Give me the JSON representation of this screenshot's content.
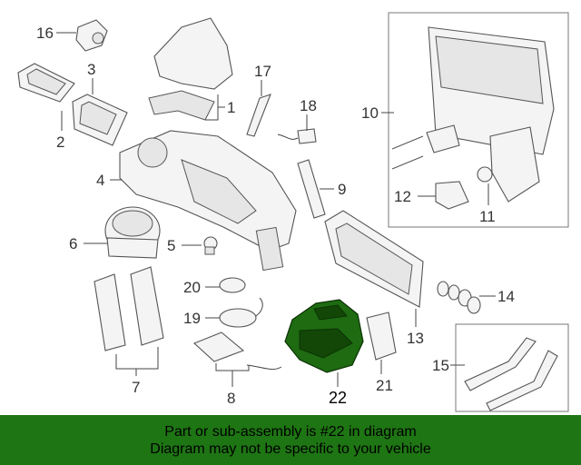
{
  "callouts": {
    "c1": "1",
    "c2": "2",
    "c3": "3",
    "c4": "4",
    "c5": "5",
    "c6": "6",
    "c7": "7",
    "c8": "8",
    "c9": "9",
    "c10": "10",
    "c11": "11",
    "c12": "12",
    "c13": "13",
    "c14": "14",
    "c15": "15",
    "c16": "16",
    "c17": "17",
    "c18": "18",
    "c19": "19",
    "c20": "20",
    "c21": "21",
    "c22": "22"
  },
  "highlight": {
    "part": "22",
    "color": "#1e6b11"
  },
  "banner": {
    "line1": "Part or sub-assembly is #22 in diagram",
    "line2": "Diagram may not be specific to your vehicle",
    "background": "#1e7513"
  }
}
